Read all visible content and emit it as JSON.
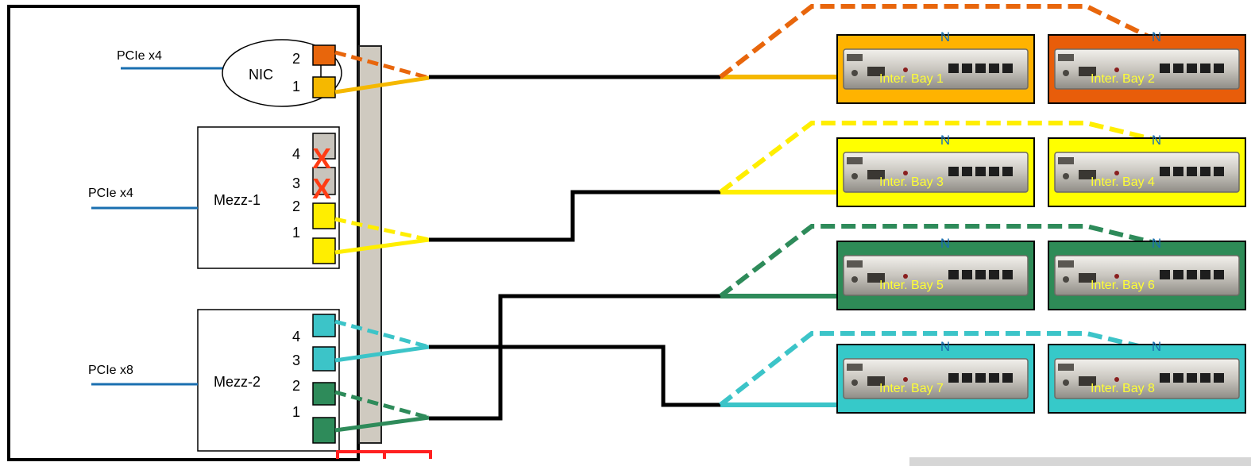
{
  "server": {
    "nic": {
      "label": "NIC",
      "bus": "PCIe x4",
      "ports": [
        {
          "num": "2",
          "color": "#e8660c",
          "disabled": false
        },
        {
          "num": "1",
          "color": "#f5b800",
          "disabled": false
        }
      ]
    },
    "mezz1": {
      "label": "Mezz-1",
      "bus": "PCIe x4",
      "ports": [
        {
          "num": "4",
          "color": "#c8c4bc",
          "disabled": true,
          "mark": "X"
        },
        {
          "num": "3",
          "color": "#c8c4bc",
          "disabled": true,
          "mark": "X"
        },
        {
          "num": "2",
          "color": "#ffee00",
          "disabled": false
        },
        {
          "num": "1",
          "color": "#ffee00",
          "disabled": false
        }
      ]
    },
    "mezz2": {
      "label": "Mezz-2",
      "bus": "PCIe x8",
      "ports": [
        {
          "num": "4",
          "color": "#3cc4c8",
          "disabled": false
        },
        {
          "num": "3",
          "color": "#3cc4c8",
          "disabled": false
        },
        {
          "num": "2",
          "color": "#2e8b5a",
          "disabled": false
        },
        {
          "num": "1",
          "color": "#2e8b5a",
          "disabled": false
        }
      ]
    }
  },
  "bays": [
    {
      "label": "Inter. Bay 1",
      "badge": "N",
      "color": "#ffb300"
    },
    {
      "label": "Inter. Bay 2",
      "badge": "N",
      "color": "#e85d0a"
    },
    {
      "label": "Inter. Bay 3",
      "badge": "N",
      "color": "#ffff00"
    },
    {
      "label": "Inter. Bay 4",
      "badge": "N",
      "color": "#ffff00"
    },
    {
      "label": "Inter. Bay 5",
      "badge": "N",
      "color": "#2e8b57"
    },
    {
      "label": "Inter. Bay 6",
      "badge": "N",
      "color": "#2e8b57"
    },
    {
      "label": "Inter. Bay 7",
      "badge": "N",
      "color": "#36c9c9"
    },
    {
      "label": "Inter. Bay 8",
      "badge": "N",
      "color": "#36c9c9"
    }
  ],
  "colors": {
    "bus_line": "#1a6fb0",
    "badge_text": "#1a6fb0",
    "bay_label_text": "#ffff33",
    "disabled_mark": "#ff3c14",
    "midplane": "#cfcac0",
    "bracket": "#ff2020"
  }
}
